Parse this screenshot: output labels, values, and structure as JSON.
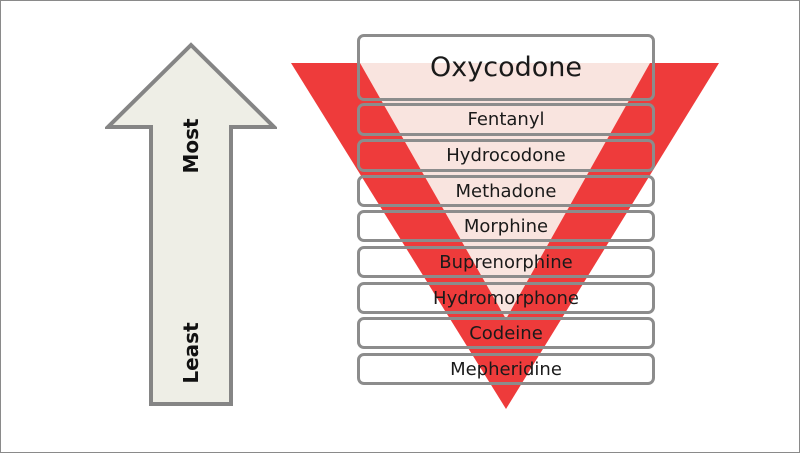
{
  "arrow": {
    "top_label": "Most",
    "bottom_label": "Least",
    "fill_color": "#eeeee6",
    "stroke_color": "#858585"
  },
  "funnel": {
    "color": "#ee3b3b",
    "inner_color": "#f9e4df"
  },
  "drugs": [
    "Oxycodone",
    "Fentanyl",
    "Hydrocodone",
    "Methadone",
    "Morphine",
    "Buprenorphine",
    "Hydromorphone",
    "Codeine",
    "Mepheridine"
  ]
}
